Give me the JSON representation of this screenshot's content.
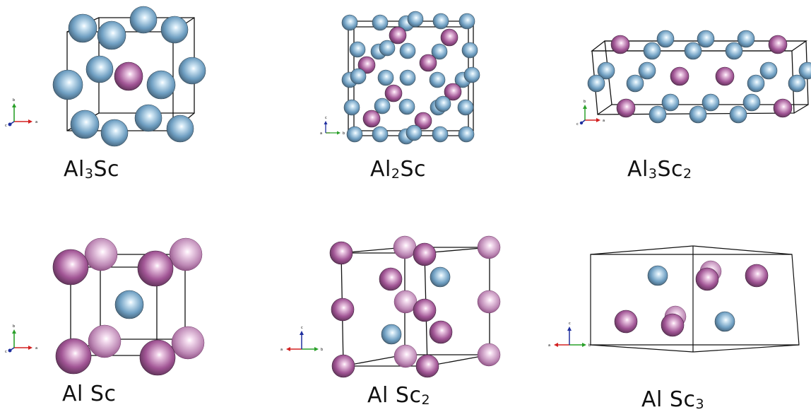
{
  "colors": {
    "al_atom": "#6f9fc2",
    "sc_atom": "#a15595",
    "cell_edge": "#111111",
    "axis_a": "#d32020",
    "axis_b": "#2aa02a",
    "axis_c": "#1f2f9f"
  },
  "structures": [
    {
      "id": "al3sc",
      "formula": {
        "el1": "Al",
        "sub1": "3",
        "el2": "Sc",
        "sub2": ""
      }
    },
    {
      "id": "al2sc",
      "formula": {
        "el1": "Al",
        "sub1": "2",
        "el2": "Sc",
        "sub2": ""
      }
    },
    {
      "id": "al3sc2",
      "formula": {
        "el1": "Al",
        "sub1": "3",
        "el2": "Sc",
        "sub2": "2"
      }
    },
    {
      "id": "alsc",
      "formula": {
        "el1": "Al ",
        "sub1": "",
        "el2": "Sc",
        "sub2": ""
      }
    },
    {
      "id": "alsc2",
      "formula": {
        "el1": "Al ",
        "sub1": "",
        "el2": "Sc",
        "sub2": "2"
      }
    },
    {
      "id": "alsc3",
      "formula": {
        "el1": "Al ",
        "sub1": "",
        "el2": "Sc",
        "sub2": "3"
      }
    }
  ],
  "axis_labels": {
    "a": "a",
    "b": "b",
    "c": "c"
  }
}
